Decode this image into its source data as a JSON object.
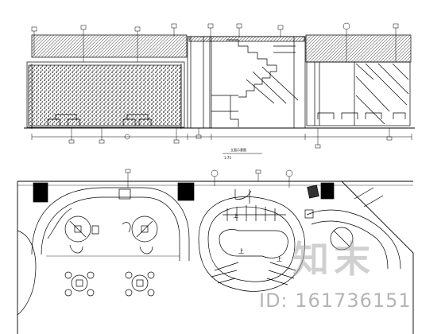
{
  "elevation": {
    "title": "立面示意图",
    "scale_note": "1:75"
  },
  "plan": {
    "stair_labels": [
      "上",
      "上",
      "上"
    ]
  },
  "watermark": {
    "logo_text": "知末",
    "id_text": "ID: 161736151"
  },
  "colors": {
    "line": "#000000",
    "hatch": "#444444",
    "watermark": "#aaaaaa"
  }
}
